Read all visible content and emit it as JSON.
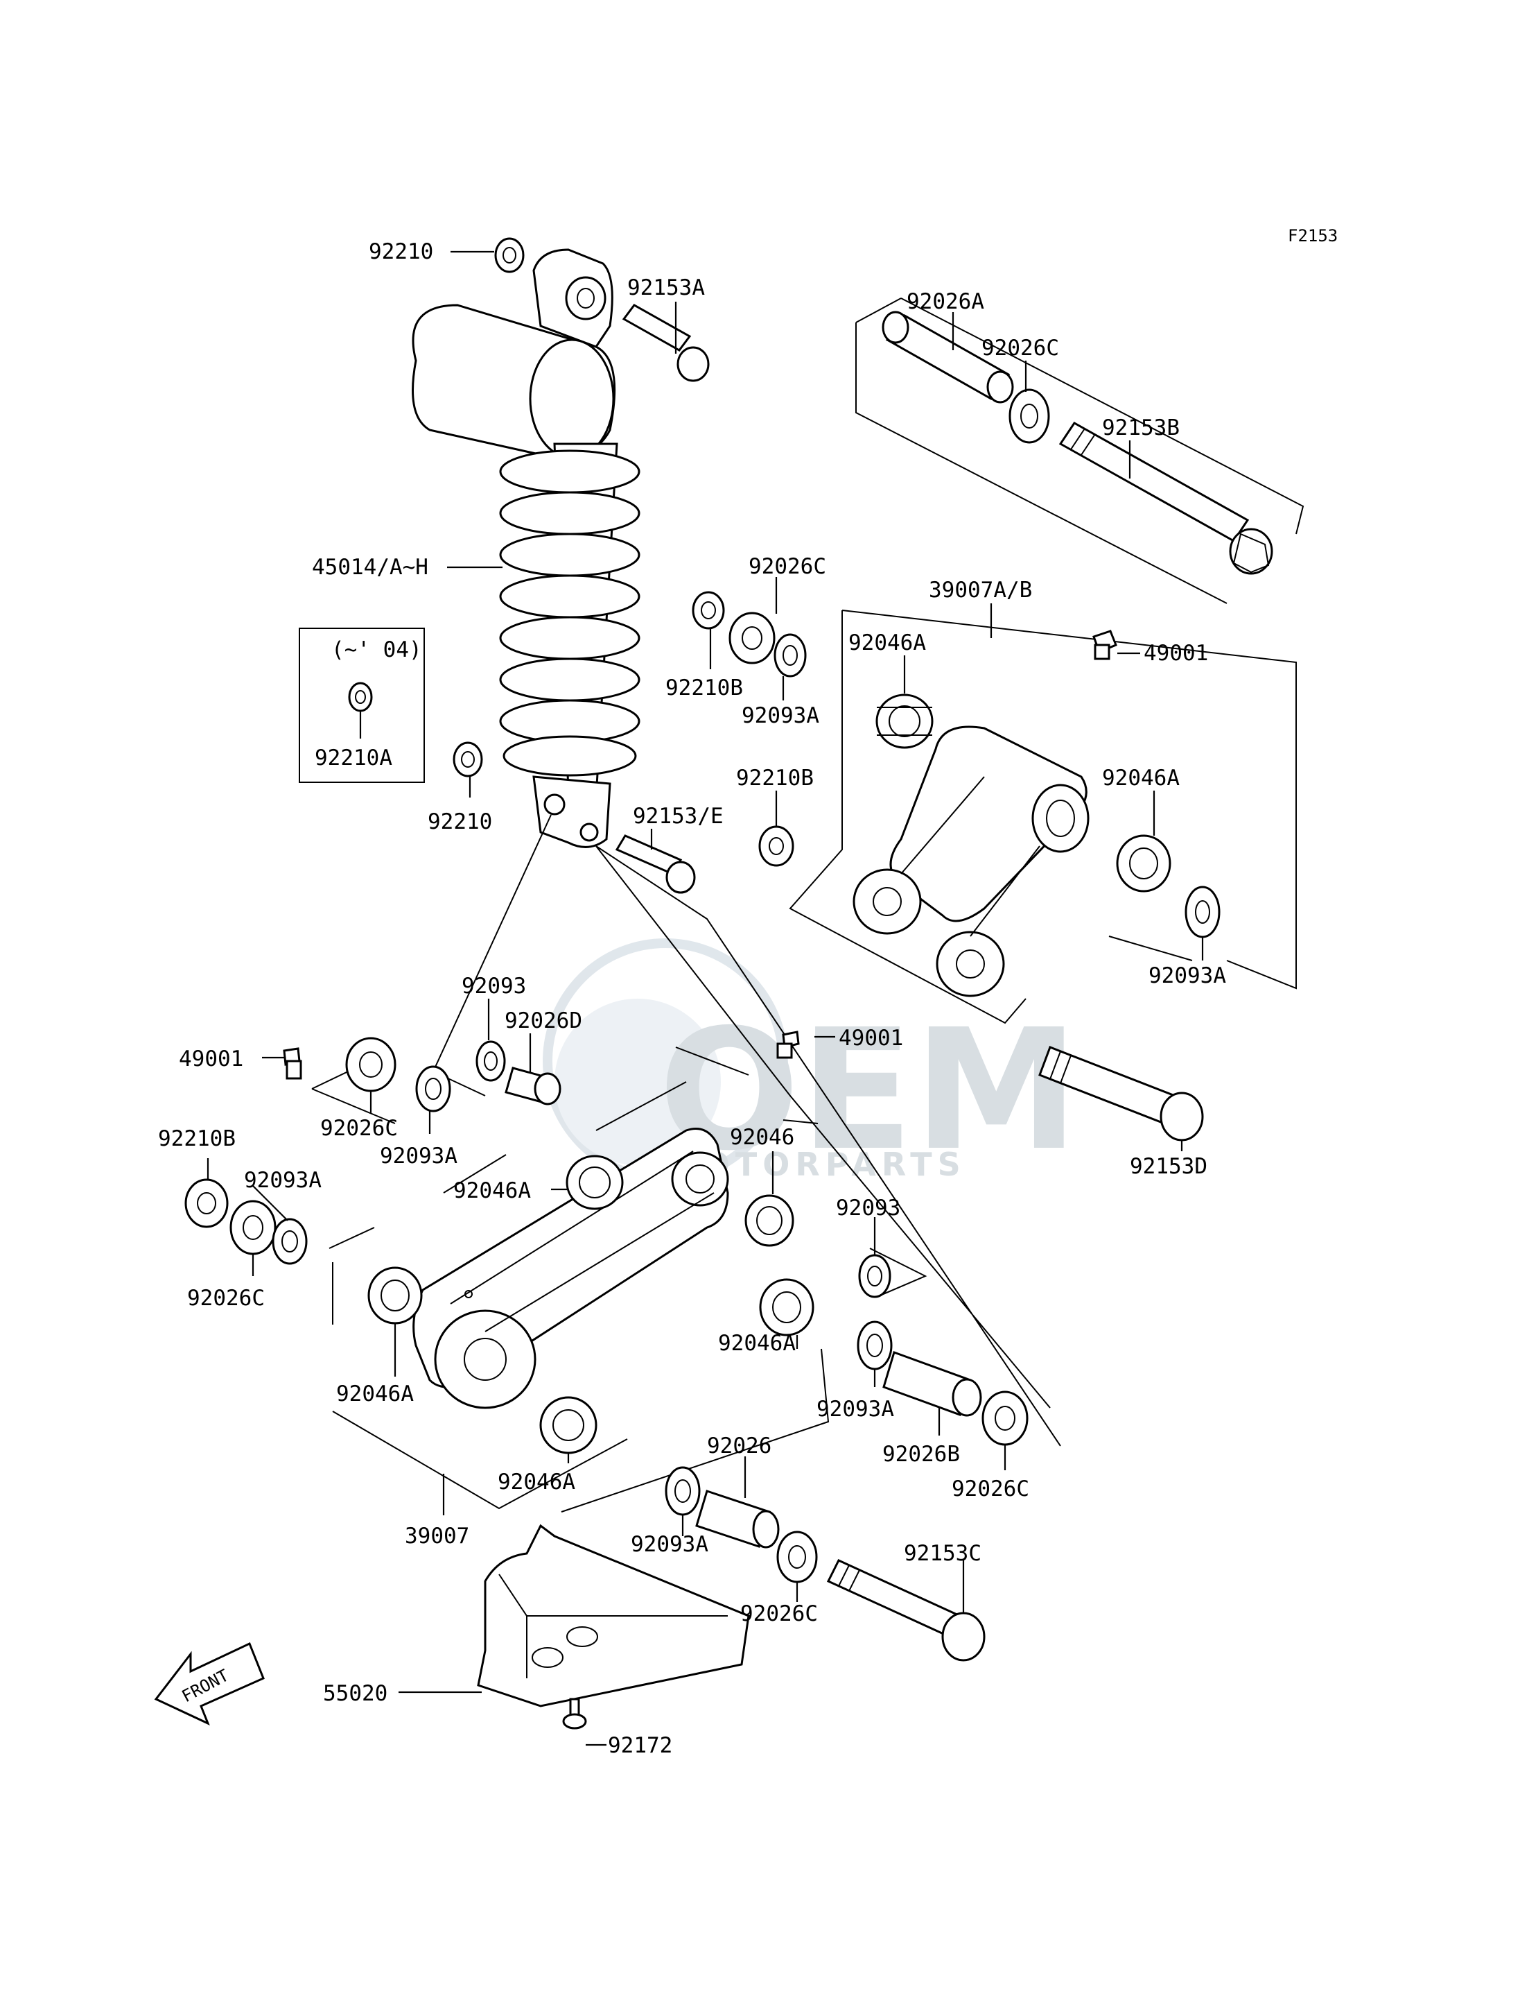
{
  "figure_id": "F2153",
  "watermark": {
    "brand": "OEM",
    "sub": "MOTORPARTS"
  },
  "variant_box": {
    "note": "(~' 04)",
    "part": "92210A"
  },
  "front_arrow": "FRONT",
  "labels": {
    "p92210_top": "92210",
    "p92153A": "92153A",
    "p92026A": "92026A",
    "p92026C_top": "92026C",
    "p92153B": "92153B",
    "p45014": "45014/A~H",
    "p92026C_mid": "92026C",
    "p39007AB": "39007A/B",
    "p92046A_upper": "92046A",
    "p49001_right": "49001",
    "p92210B_mid": "92210B",
    "p92093A_mid": "92093A",
    "p92210B_mid2": "92210B",
    "p92046A_right": "92046A",
    "p92210_mid": "92210",
    "p92153E": "92153/E",
    "p92093A_right": "92093A",
    "p92093_a": "92093",
    "p92026D": "92026D",
    "p49001_left": "49001",
    "p49001_center": "49001",
    "p92026C_left": "92026C",
    "p92093A_left": "92093A",
    "p92153D": "92153D",
    "p92210B_left": "92210B",
    "p92046A_left": "92046A",
    "p92046": "92046",
    "p92093A_far": "92093A",
    "p92093_b": "92093",
    "p92026C_far": "92026C",
    "p92046A_center": "92046A",
    "p92046A_low": "92046A",
    "p92093A_low": "92093A",
    "p92026B": "92026B",
    "p92026C_low": "92026C",
    "p92046A_bottom": "92046A",
    "p92026": "92026",
    "p39007": "39007",
    "p92093A_bottom": "92093A",
    "p92153C": "92153C",
    "p92026C_bottom": "92026C",
    "p55020": "55020",
    "p92172": "92172"
  }
}
